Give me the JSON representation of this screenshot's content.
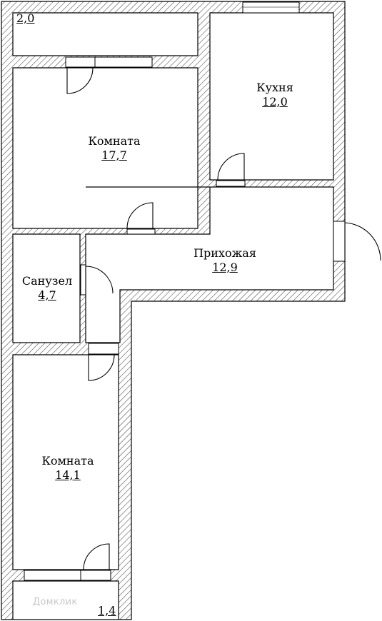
{
  "rooms": {
    "balcony_top": {
      "area": "2,0"
    },
    "room_1": {
      "name": "Комната",
      "area": "17,7"
    },
    "kitchen": {
      "name": "Кухня",
      "area": "12,0"
    },
    "hallway": {
      "name": "Прихожая",
      "area": "12,9"
    },
    "bathroom": {
      "name": "Санузел",
      "area": "4,7"
    },
    "room_2": {
      "name": "Комната",
      "area": "14,1"
    },
    "balcony_bottom": {
      "area": "1,4"
    }
  },
  "watermark": "Домклик",
  "colors": {
    "wall_line": "#000000",
    "hatch": "#555555",
    "background": "#ffffff"
  }
}
